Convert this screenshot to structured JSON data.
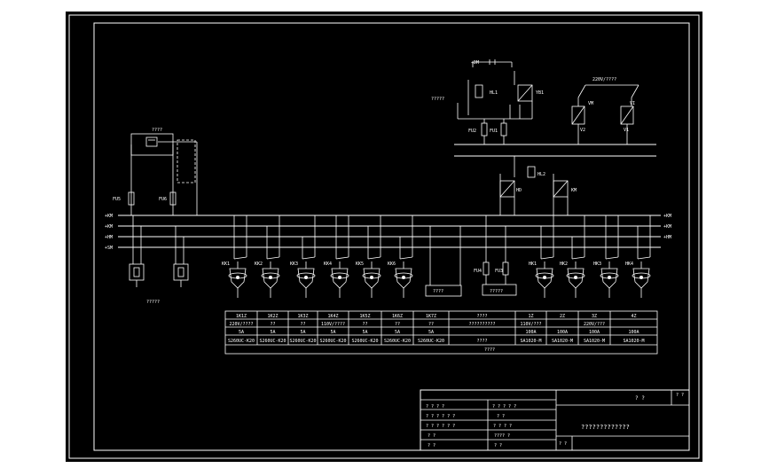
{
  "drawing": {
    "dc_buses": [
      "+KM",
      "+KM",
      "+HM",
      "+SM"
    ],
    "left_labels": {
      "fuse_left": "FU5",
      "fuse_right": "FU6",
      "top_box": "????",
      "bottom_note": "?????"
    },
    "top_right": {
      "flash_bus": "+DM",
      "left_note": "?????",
      "hl1": "HL1",
      "yb1": "YB1",
      "fu2": "FU2",
      "fu1": "FU1",
      "ac_label": "220V/????",
      "vm": "VM",
      "vi": "VI",
      "v2": "V2",
      "v1": "V1"
    },
    "mid_right": {
      "hl2": "HL2",
      "hd": "HD",
      "km": "KM"
    },
    "mid_labels": {
      "fu4": "FU4",
      "fu3": "FU3",
      "box1": "????",
      "box2": "?????"
    },
    "feeders_left": [
      "KK1",
      "KK2",
      "KK3",
      "KK4",
      "KK5",
      "KK6"
    ],
    "feeders_right": [
      "HK1",
      "HK2",
      "HK3",
      "HK4"
    ],
    "table": {
      "row1": [
        "1K1Z",
        "1K2Z",
        "1K3Z",
        "1K4Z",
        "1K5Z",
        "1K6Z",
        "1K7Z",
        "????",
        "1Z",
        "2Z",
        "3Z",
        "4Z"
      ],
      "row2": [
        "220V/????",
        "??",
        "??",
        "110V/????",
        "??",
        "??",
        "??",
        "??????????",
        "110V/???",
        "",
        "220V/???",
        ""
      ],
      "row3": [
        "5A",
        "5A",
        "5A",
        "5A",
        "5A",
        "5A",
        "5A",
        "",
        "100A",
        "100A",
        "100A",
        "100A"
      ],
      "row4": [
        "S260UC-K20",
        "S260UC-K20",
        "S260UC-K20",
        "S260UC-K20",
        "S260UC-K20",
        "S260UC-K20",
        "S260UC-K20",
        "????",
        "SA1020-M",
        "SA1020-M",
        "SA1020-M",
        "SA1020-M"
      ],
      "row5_merged": "????"
    },
    "title_block": {
      "top_right": "? ?",
      "corner": "? ?",
      "drawing_name": "?????????????",
      "bottom_left": "? ?",
      "rows_left": [
        "? ? ? ?",
        "? ? ? ? ? ?",
        "? ? ? ? ? ?",
        "? ?",
        "? ?"
      ],
      "rows_mid": [
        "? ? ? ? ?",
        "? ?",
        "? ? ? ?",
        "???? ?",
        "? ?"
      ]
    }
  }
}
